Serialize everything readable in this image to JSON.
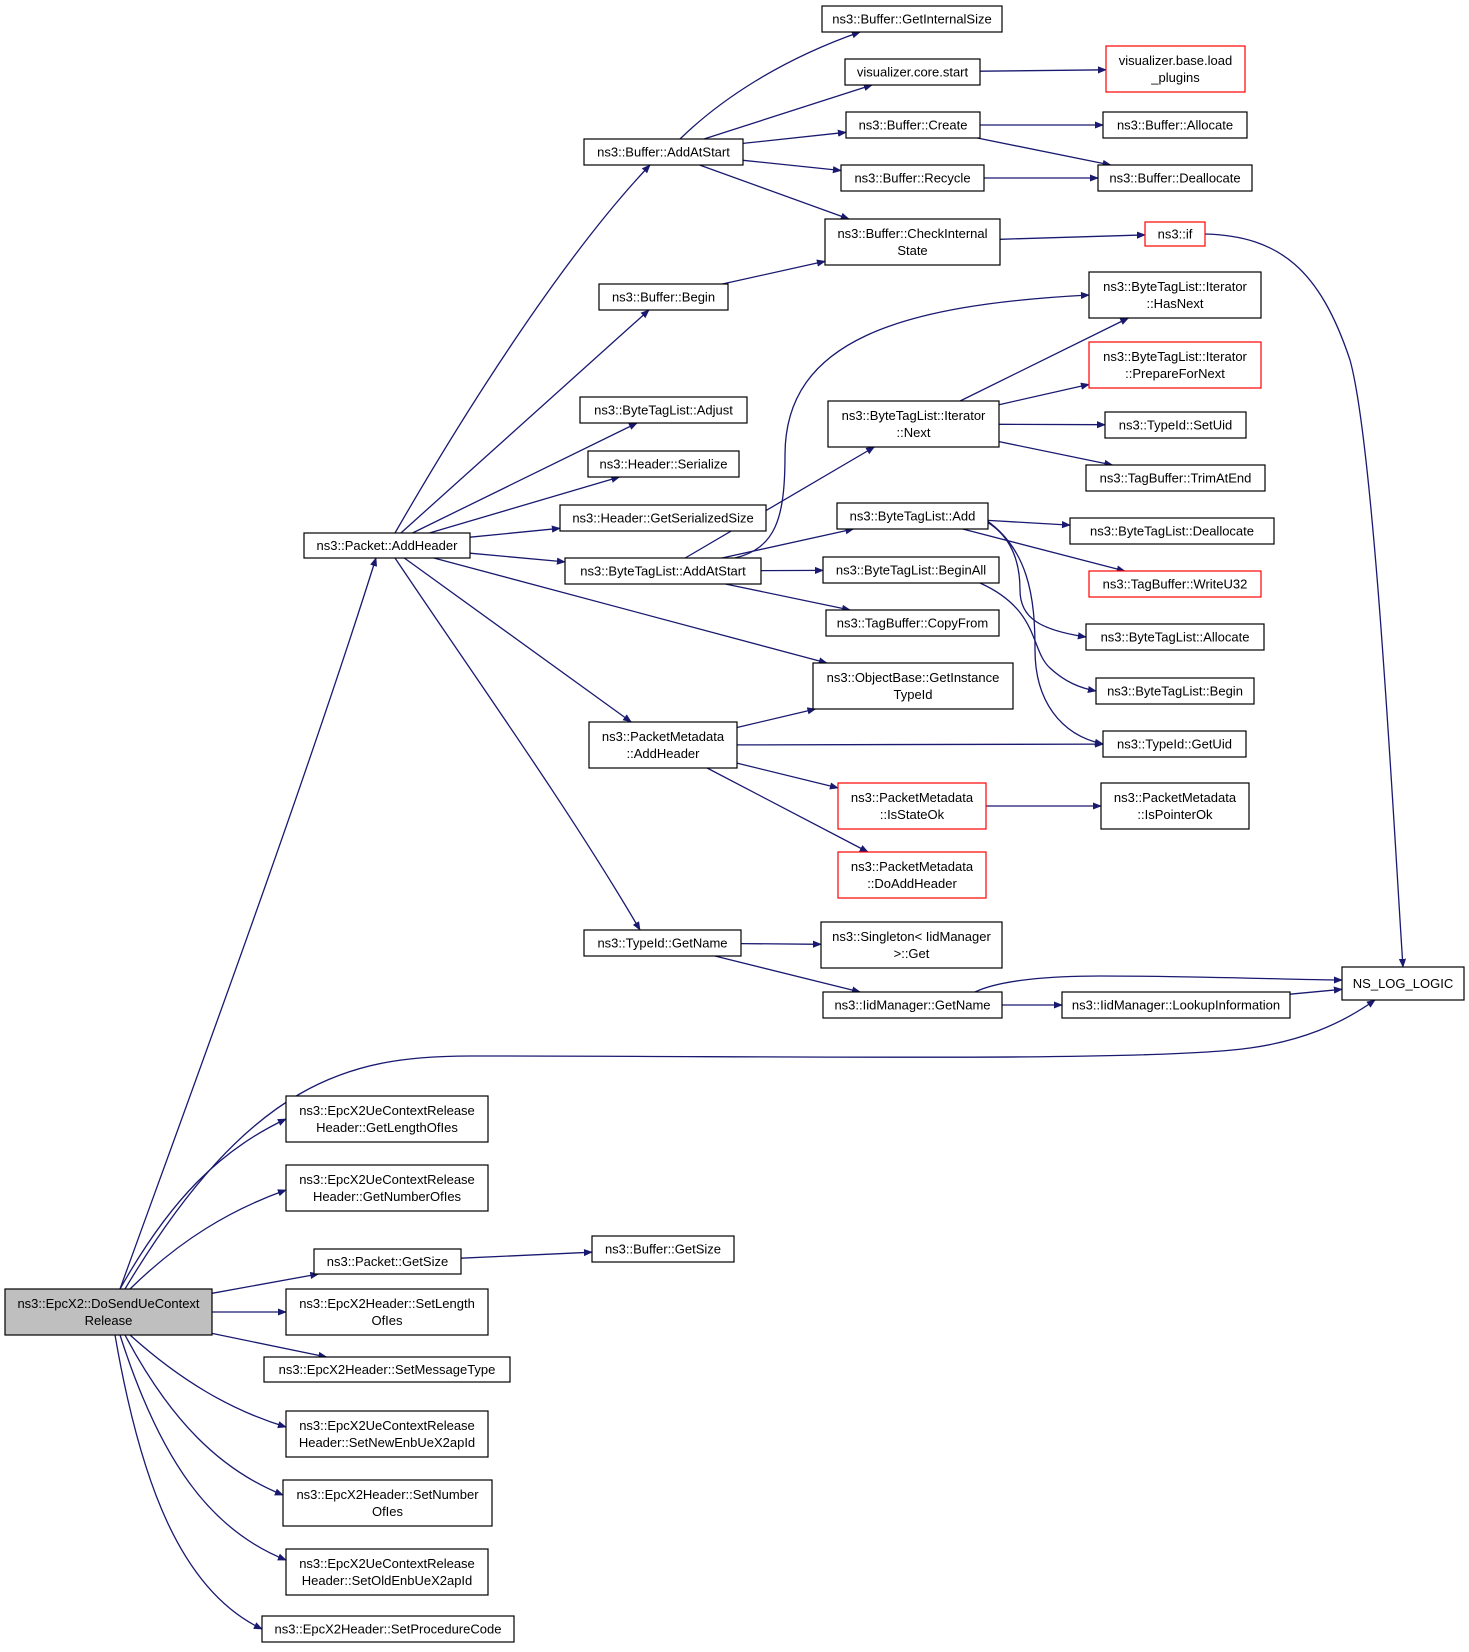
{
  "graph": {
    "colors": {
      "edge": "#191970",
      "box_border": "#000000",
      "truncated_border": "#ff0000",
      "root_fill": "#bfbfbf"
    },
    "nodes": [
      {
        "id": "root",
        "lines": [
          "ns3::EpcX2::DoSendUeContext",
          "Release"
        ],
        "style": "root"
      },
      {
        "id": "packet_addheader",
        "lines": [
          "ns3::Packet::AddHeader"
        ]
      },
      {
        "id": "lenofies",
        "lines": [
          "ns3::EpcX2UeContextRelease",
          "Header::GetLengthOfIes"
        ]
      },
      {
        "id": "numofies",
        "lines": [
          "ns3::EpcX2UeContextRelease",
          "Header::GetNumberOfIes"
        ]
      },
      {
        "id": "packet_getsize",
        "lines": [
          "ns3::Packet::GetSize"
        ]
      },
      {
        "id": "setlengthofies",
        "lines": [
          "ns3::EpcX2Header::SetLength",
          "OfIes"
        ]
      },
      {
        "id": "setmessagetype",
        "lines": [
          "ns3::EpcX2Header::SetMessageType"
        ]
      },
      {
        "id": "setnewenb",
        "lines": [
          "ns3::EpcX2UeContextRelease",
          "Header::SetNewEnbUeX2apId"
        ]
      },
      {
        "id": "setnumberofies",
        "lines": [
          "ns3::EpcX2Header::SetNumber",
          "OfIes"
        ]
      },
      {
        "id": "setoldenb",
        "lines": [
          "ns3::EpcX2UeContextRelease",
          "Header::SetOldEnbUeX2apId"
        ]
      },
      {
        "id": "setprocedurecode",
        "lines": [
          "ns3::EpcX2Header::SetProcedureCode"
        ]
      },
      {
        "id": "ns_log_logic",
        "lines": [
          "NS_LOG_LOGIC"
        ]
      },
      {
        "id": "buffer_getsize",
        "lines": [
          "ns3::Buffer::GetSize"
        ]
      },
      {
        "id": "buffer_addatstart",
        "lines": [
          "ns3::Buffer::AddAtStart"
        ]
      },
      {
        "id": "buffer_begin",
        "lines": [
          "ns3::Buffer::Begin"
        ]
      },
      {
        "id": "btl_adjust",
        "lines": [
          "ns3::ByteTagList::Adjust"
        ]
      },
      {
        "id": "header_serialize",
        "lines": [
          "ns3::Header::Serialize"
        ]
      },
      {
        "id": "header_getserializedsize",
        "lines": [
          "ns3::Header::GetSerializedSize"
        ]
      },
      {
        "id": "btl_addatstart",
        "lines": [
          "ns3::ByteTagList::AddAtStart"
        ]
      },
      {
        "id": "pm_addheader",
        "lines": [
          "ns3::PacketMetadata",
          "::AddHeader"
        ]
      },
      {
        "id": "typeid_getname",
        "lines": [
          "ns3::TypeId::GetName"
        ]
      },
      {
        "id": "buffer_getinternalsize",
        "lines": [
          "ns3::Buffer::GetInternalSize"
        ]
      },
      {
        "id": "viz_core_start",
        "lines": [
          "visualizer.core.start"
        ]
      },
      {
        "id": "buffer_create",
        "lines": [
          "ns3::Buffer::Create"
        ]
      },
      {
        "id": "buffer_recycle",
        "lines": [
          "ns3::Buffer::Recycle"
        ]
      },
      {
        "id": "buffer_checkinternalstate",
        "lines": [
          "ns3::Buffer::CheckInternal",
          "State"
        ]
      },
      {
        "id": "btli_next",
        "lines": [
          "ns3::ByteTagList::Iterator",
          "::Next"
        ]
      },
      {
        "id": "btl_add",
        "lines": [
          "ns3::ByteTagList::Add"
        ]
      },
      {
        "id": "btl_beginall",
        "lines": [
          "ns3::ByteTagList::BeginAll"
        ]
      },
      {
        "id": "tagbuffer_copyfrom",
        "lines": [
          "ns3::TagBuffer::CopyFrom"
        ]
      },
      {
        "id": "objectbase_getinstancetypeid",
        "lines": [
          "ns3::ObjectBase::GetInstance",
          "TypeId"
        ]
      },
      {
        "id": "pm_isstateok",
        "lines": [
          "ns3::PacketMetadata",
          "::IsStateOk"
        ],
        "style": "trunc"
      },
      {
        "id": "pm_doaddheader",
        "lines": [
          "ns3::PacketMetadata",
          "::DoAddHeader"
        ],
        "style": "trunc"
      },
      {
        "id": "singleton_get",
        "lines": [
          "ns3::Singleton< IidManager",
          ">::Get"
        ]
      },
      {
        "id": "iidmanager_getname",
        "lines": [
          "ns3::IidManager::GetName"
        ]
      },
      {
        "id": "viz_base_load_plugins",
        "lines": [
          "visualizer.base.load",
          "_plugins"
        ],
        "style": "trunc"
      },
      {
        "id": "buffer_allocate",
        "lines": [
          "ns3::Buffer::Allocate"
        ]
      },
      {
        "id": "buffer_deallocate",
        "lines": [
          "ns3::Buffer::Deallocate"
        ]
      },
      {
        "id": "ns3_if",
        "lines": [
          "ns3::if"
        ],
        "style": "trunc"
      },
      {
        "id": "btli_hasnext",
        "lines": [
          "ns3::ByteTagList::Iterator",
          "::HasNext"
        ]
      },
      {
        "id": "btli_preparefornext",
        "lines": [
          "ns3::ByteTagList::Iterator",
          "::PrepareForNext"
        ],
        "style": "trunc"
      },
      {
        "id": "typeid_setuid",
        "lines": [
          "ns3::TypeId::SetUid"
        ]
      },
      {
        "id": "tagbuffer_trimatend",
        "lines": [
          "ns3::TagBuffer::TrimAtEnd"
        ]
      },
      {
        "id": "btl_deallocate",
        "lines": [
          "ns3::ByteTagList::Deallocate"
        ]
      },
      {
        "id": "tagbuffer_writeu32",
        "lines": [
          "ns3::TagBuffer::WriteU32"
        ],
        "style": "trunc"
      },
      {
        "id": "btl_allocate",
        "lines": [
          "ns3::ByteTagList::Allocate"
        ]
      },
      {
        "id": "btl_begin",
        "lines": [
          "ns3::ByteTagList::Begin"
        ]
      },
      {
        "id": "typeid_getuid",
        "lines": [
          "ns3::TypeId::GetUid"
        ]
      },
      {
        "id": "pm_ispointerok",
        "lines": [
          "ns3::PacketMetadata",
          "::IsPointerOk"
        ]
      },
      {
        "id": "iidmanager_lookupinformation",
        "lines": [
          "ns3::IidManager::LookupInformation"
        ]
      }
    ],
    "edges": [
      [
        "root",
        "packet_addheader"
      ],
      [
        "root",
        "ns_log_logic"
      ],
      [
        "root",
        "lenofies"
      ],
      [
        "root",
        "numofies"
      ],
      [
        "root",
        "packet_getsize"
      ],
      [
        "root",
        "setlengthofies"
      ],
      [
        "root",
        "setmessagetype"
      ],
      [
        "root",
        "setnewenb"
      ],
      [
        "root",
        "setnumberofies"
      ],
      [
        "root",
        "setoldenb"
      ],
      [
        "root",
        "setprocedurecode"
      ],
      [
        "packet_getsize",
        "buffer_getsize"
      ],
      [
        "packet_addheader",
        "buffer_addatstart"
      ],
      [
        "packet_addheader",
        "buffer_begin"
      ],
      [
        "packet_addheader",
        "btl_adjust"
      ],
      [
        "packet_addheader",
        "header_serialize"
      ],
      [
        "packet_addheader",
        "header_getserializedsize"
      ],
      [
        "packet_addheader",
        "btl_addatstart"
      ],
      [
        "packet_addheader",
        "objectbase_getinstancetypeid"
      ],
      [
        "packet_addheader",
        "pm_addheader"
      ],
      [
        "packet_addheader",
        "typeid_getname"
      ],
      [
        "buffer_addatstart",
        "buffer_getinternalsize"
      ],
      [
        "buffer_addatstart",
        "viz_core_start"
      ],
      [
        "buffer_addatstart",
        "buffer_create"
      ],
      [
        "buffer_addatstart",
        "buffer_recycle"
      ],
      [
        "buffer_addatstart",
        "buffer_checkinternalstate"
      ],
      [
        "viz_core_start",
        "viz_base_load_plugins"
      ],
      [
        "buffer_create",
        "buffer_allocate"
      ],
      [
        "buffer_create",
        "buffer_deallocate"
      ],
      [
        "buffer_recycle",
        "buffer_deallocate"
      ],
      [
        "buffer_begin",
        "buffer_checkinternalstate"
      ],
      [
        "buffer_checkinternalstate",
        "ns3_if"
      ],
      [
        "ns3_if",
        "ns_log_logic"
      ],
      [
        "btl_addatstart",
        "btli_hasnext"
      ],
      [
        "btl_addatstart",
        "btli_next"
      ],
      [
        "btl_addatstart",
        "btl_add"
      ],
      [
        "btl_addatstart",
        "btl_beginall"
      ],
      [
        "btl_addatstart",
        "tagbuffer_copyfrom"
      ],
      [
        "btli_next",
        "btli_hasnext"
      ],
      [
        "btli_next",
        "btli_preparefornext"
      ],
      [
        "btli_next",
        "typeid_setuid"
      ],
      [
        "btli_next",
        "tagbuffer_trimatend"
      ],
      [
        "btl_add",
        "btl_deallocate"
      ],
      [
        "btl_add",
        "tagbuffer_writeu32"
      ],
      [
        "btl_add",
        "btl_allocate"
      ],
      [
        "btl_add",
        "typeid_getuid"
      ],
      [
        "btl_beginall",
        "btl_begin"
      ],
      [
        "pm_addheader",
        "objectbase_getinstancetypeid"
      ],
      [
        "pm_addheader",
        "typeid_getuid"
      ],
      [
        "pm_addheader",
        "pm_isstateok"
      ],
      [
        "pm_addheader",
        "pm_doaddheader"
      ],
      [
        "pm_isstateok",
        "pm_ispointerok"
      ],
      [
        "typeid_getname",
        "singleton_get"
      ],
      [
        "typeid_getname",
        "iidmanager_getname"
      ],
      [
        "iidmanager_getname",
        "ns_log_logic"
      ],
      [
        "iidmanager_getname",
        "iidmanager_lookupinformation"
      ],
      [
        "iidmanager_lookupinformation",
        "ns_log_logic"
      ]
    ]
  }
}
